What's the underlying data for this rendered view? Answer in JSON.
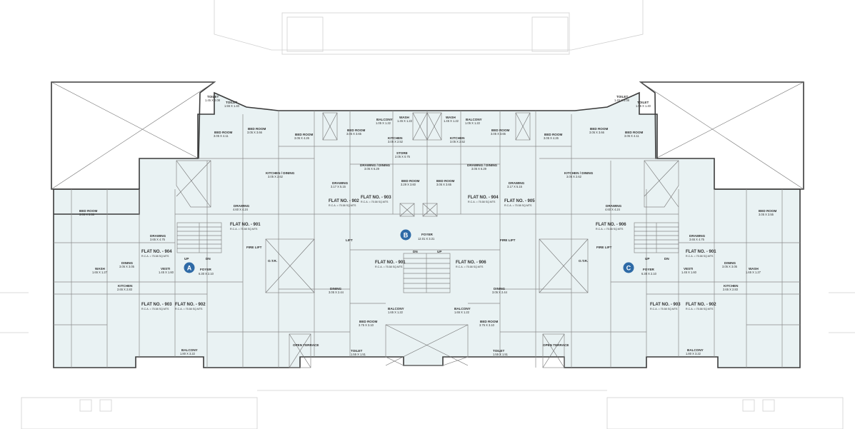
{
  "markers": [
    "A",
    "B",
    "C"
  ],
  "common": {
    "foyer_b": {
      "name": "FOYER",
      "dim": "12.01 X 3.31"
    },
    "foyer_a": {
      "name": "FOYER",
      "dim": "6.30 X 2.10"
    },
    "foyer_c": {
      "name": "FOYER",
      "dim": "6.30 X 2.10"
    },
    "up": "UP",
    "dn": "DN",
    "otr": "O.T.R.",
    "open_terrace": "OPEN TERRACE",
    "fire_lift": "FIRE LIFT",
    "lift": "LIFT"
  },
  "flats": [
    {
      "label": "FLAT NO. - 901",
      "area": "R.C.A. = 75.58 SQ.MTS"
    },
    {
      "label": "FLAT NO. - 902",
      "area": "R.C.A. = 75.58 SQ.MTS"
    },
    {
      "label": "FLAT NO. - 903",
      "area": "R.C.A. = 75.58 SQ.MTS"
    },
    {
      "label": "FLAT NO. - 904",
      "area": "R.C.A. = 75.58 SQ.MTS"
    },
    {
      "label": "FLAT NO. - 905",
      "area": "R.C.A. = 75.58 SQ.MTS"
    },
    {
      "label": "FLAT NO. - 906",
      "area": "R.C.A. = 75.58 SQ.MTS"
    }
  ],
  "rooms": [
    {
      "name": "TOILET",
      "dim": "1.45 X 2.08"
    },
    {
      "name": "TOILET",
      "dim": "1.55 X 1.40"
    },
    {
      "name": "BED ROOM",
      "dim": "3.05 X 4.11"
    },
    {
      "name": "BED ROOM",
      "dim": "3.05 X 3.66"
    },
    {
      "name": "BED ROOM",
      "dim": "3.05 X 4.26"
    },
    {
      "name": "BED ROOM",
      "dim": "3.05 X 3.65"
    },
    {
      "name": "BALCONY",
      "dim": "1.05 X 1.22"
    },
    {
      "name": "WASH",
      "dim": "1.45 X 1.22"
    },
    {
      "name": "KITCHEN",
      "dim": "3.05 X 2.52"
    },
    {
      "name": "STORE",
      "dim": "2.05 X 0.75"
    },
    {
      "name": "DRAWING / DINING",
      "dim": "3.05 X 6.29"
    },
    {
      "name": "DRAWING",
      "dim": "3.17 X 5.15"
    },
    {
      "name": "KITCHEN / DINING",
      "dim": "3.05 X 2.62"
    },
    {
      "name": "BED ROOM",
      "dim": "3.29 X 3.60"
    },
    {
      "name": "BED ROOM",
      "dim": "3.05 X 3.65"
    },
    {
      "name": "DRAWING",
      "dim": "4.60 X 4.24"
    },
    {
      "name": "DINING",
      "dim": "3.05 X 3.05"
    },
    {
      "name": "KITCHEN",
      "dim": "2.65 X 2.83"
    },
    {
      "name": "VESTI",
      "dim": "1.45 X 1.60"
    },
    {
      "name": "WASH",
      "dim": "1.65 X 1.27"
    },
    {
      "name": "BED ROOM",
      "dim": "3.05 X 3.55"
    },
    {
      "name": "DRAWING",
      "dim": "3.65 X 4.75"
    },
    {
      "name": "BED ROOM",
      "dim": "3.75 X 3.10"
    },
    {
      "name": "DINING",
      "dim": "3.05 X 2.44"
    },
    {
      "name": "BALCONY",
      "dim": "1.65 X 1.22"
    },
    {
      "name": "TOILET",
      "dim": "1.55 X 1.51"
    },
    {
      "name": "BALCONY",
      "dim": "1.80 X 3.22"
    }
  ]
}
